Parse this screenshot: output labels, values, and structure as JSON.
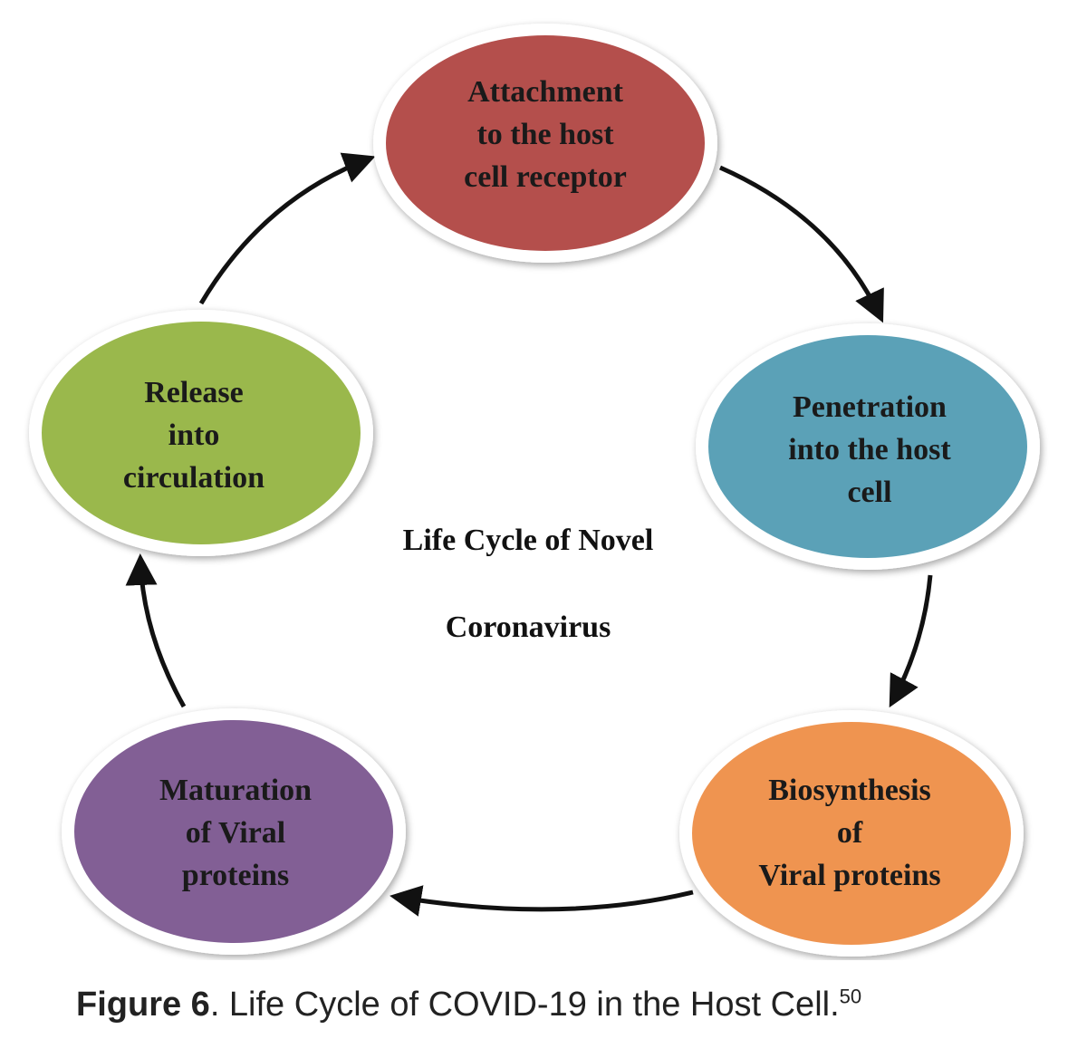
{
  "diagram": {
    "center_title": [
      "Life Cycle of Novel",
      "Coronavirus"
    ],
    "nodes": [
      {
        "id": "attachment",
        "lines": [
          "Attachment",
          "to the host",
          "cell receptor"
        ],
        "color": "#b44f4c"
      },
      {
        "id": "penetration",
        "lines": [
          "Penetration",
          "into the host",
          "cell"
        ],
        "color": "#5ba1b7"
      },
      {
        "id": "biosynthesis",
        "lines": [
          "Biosynthesis",
          "of",
          "Viral proteins"
        ],
        "color": "#ef9450"
      },
      {
        "id": "maturation",
        "lines": [
          "Maturation",
          "of Viral",
          "proteins"
        ],
        "color": "#825f95"
      },
      {
        "id": "release",
        "lines": [
          "Release",
          "into",
          "circulation"
        ],
        "color": "#9ab84c"
      }
    ]
  },
  "caption": {
    "label": "Figure 6",
    "text": ". Life Cycle of COVID-19 in the Host Cell.",
    "ref": "50"
  }
}
